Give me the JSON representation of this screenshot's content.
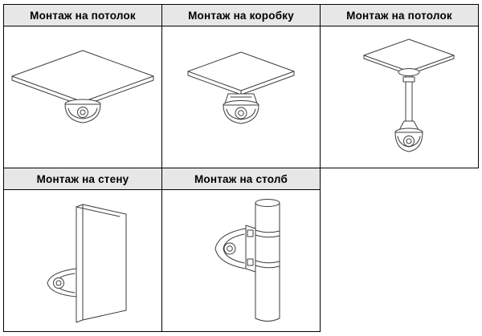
{
  "colors": {
    "header_bg": "#e7e7e7",
    "table_border": "#000000",
    "line_art": "#3d3d3d",
    "page_bg": "#ffffff"
  },
  "table": {
    "cells": [
      {
        "label": "Монтаж на потолок",
        "illustration": "ceiling-mount"
      },
      {
        "label": "Монтаж на коробку",
        "illustration": "junction-box-mount"
      },
      {
        "label": "Монтаж на потолок",
        "illustration": "pendant-ceiling-mount"
      },
      {
        "label": "Монтаж на стену",
        "illustration": "wall-mount"
      },
      {
        "label": "Монтаж на столб",
        "illustration": "pole-mount"
      }
    ]
  }
}
